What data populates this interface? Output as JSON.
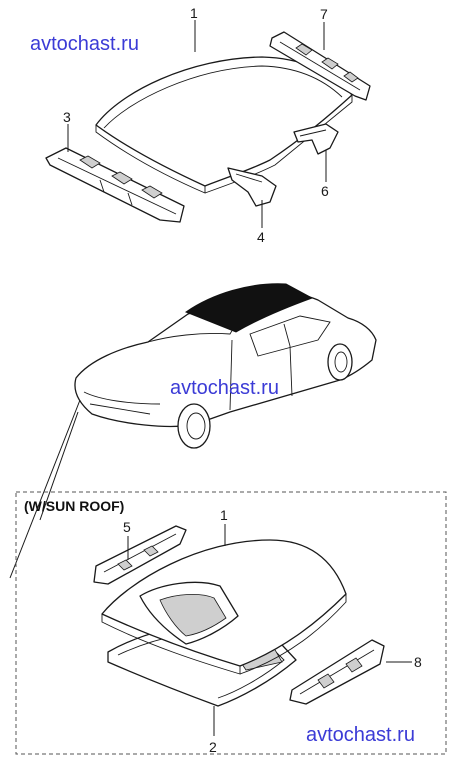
{
  "watermarks": [
    "avtochast.ru",
    "avtochast.ru",
    "avtochast.ru"
  ],
  "callouts": {
    "top_roof": "1",
    "top_rear_rail": "7",
    "top_front_rail": "3",
    "top_bow_right": "6",
    "top_bow_center": "4",
    "sun_roof": "1",
    "sun_front_rail": "5",
    "sun_rear_rail": "8",
    "sun_frame": "2"
  },
  "sunroof_box": {
    "label": "(W/SUN ROOF)"
  },
  "colors": {
    "line": "#1a1a1a",
    "watermark": "#3b3bd6",
    "roof_highlight": "#111111",
    "box_dash": "#555555"
  }
}
